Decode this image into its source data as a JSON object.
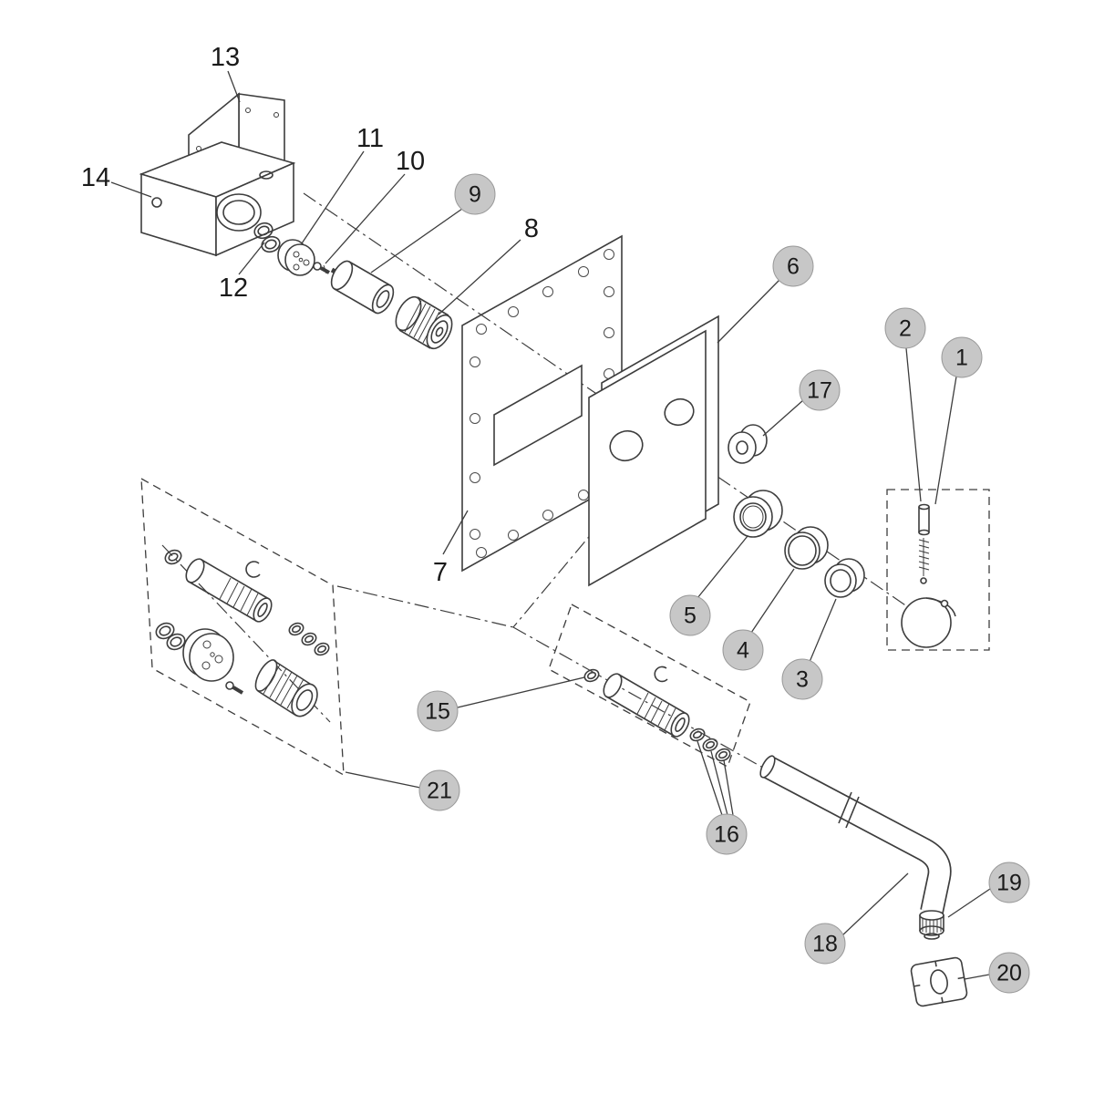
{
  "diagram": {
    "type": "exploded-parts-diagram",
    "subject": "wall-mounted-faucet-parts",
    "colors": {
      "background": "#ffffff",
      "line": "#3d3d3d",
      "plate_fill": "#8f8f8f",
      "badge_fill": "#c7c7c7"
    },
    "callouts": {
      "c1": "1",
      "c2": "2",
      "c3": "3",
      "c4": "4",
      "c5": "5",
      "c6": "6",
      "c7": "7",
      "c8": "8",
      "c9": "9",
      "c10": "10",
      "c11": "11",
      "c12": "12",
      "c13": "13",
      "c14": "14",
      "c15": "15",
      "c16": "16",
      "c17": "17",
      "c18": "18",
      "c19": "19",
      "c20": "20",
      "c21": "21"
    },
    "callout_styles": {
      "badge": [
        "1",
        "2",
        "3",
        "4",
        "5",
        "6",
        "9",
        "15",
        "16",
        "17",
        "18",
        "19",
        "20",
        "21"
      ],
      "plain": [
        "7",
        "8",
        "10",
        "11",
        "12",
        "13",
        "14"
      ]
    }
  }
}
